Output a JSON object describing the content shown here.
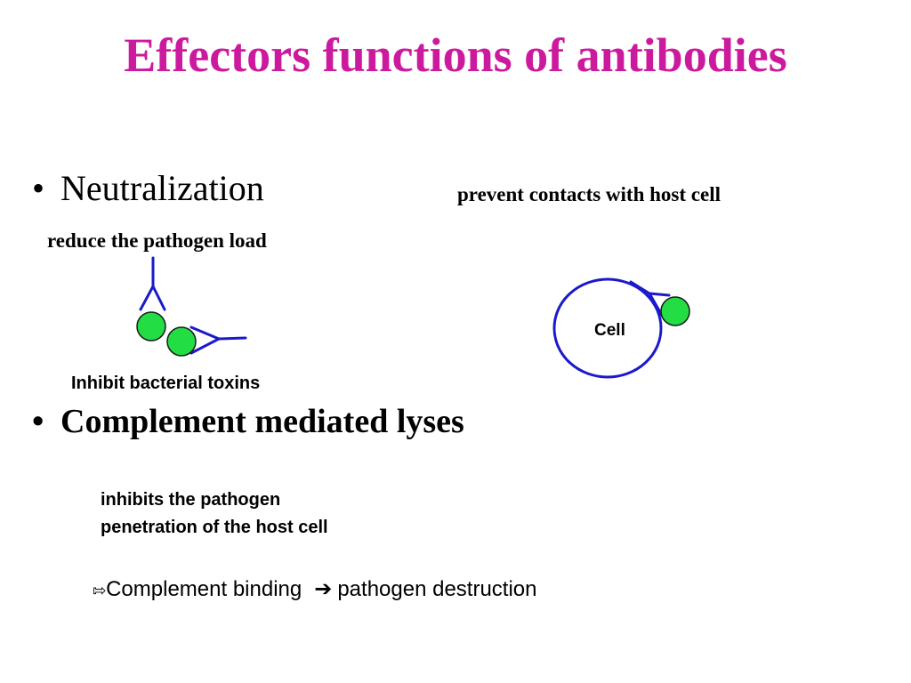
{
  "slide": {
    "title": "Effectors functions of antibodies",
    "bullets": [
      {
        "marker": "•",
        "text": "Neutralization"
      },
      {
        "marker": "•",
        "text": "Complement mediated lyses"
      }
    ],
    "notes": {
      "prevent_contacts": "prevent contacts with host cell",
      "reduce_load": "reduce the pathogen load",
      "inhibit_toxins": "Inhibit bacterial toxins",
      "penetration_line1": "inhibits the pathogen",
      "penetration_line2": "penetration of the host cell"
    },
    "complement": {
      "marker": "⇰",
      "left_text": "Complement binding",
      "arrow": "➔",
      "right_text": "pathogen destruction"
    },
    "diagram": {
      "cell_label": "Cell",
      "colors": {
        "title": "#cc1a9e",
        "antibody": "#1a1acc",
        "pathogen_fill": "#22dd44",
        "pathogen_stroke": "#1a1a1a",
        "cell_outline": "#1a1acc"
      },
      "icons": [
        "antibody-icon",
        "pathogen-icon",
        "host-cell-icon"
      ]
    }
  }
}
